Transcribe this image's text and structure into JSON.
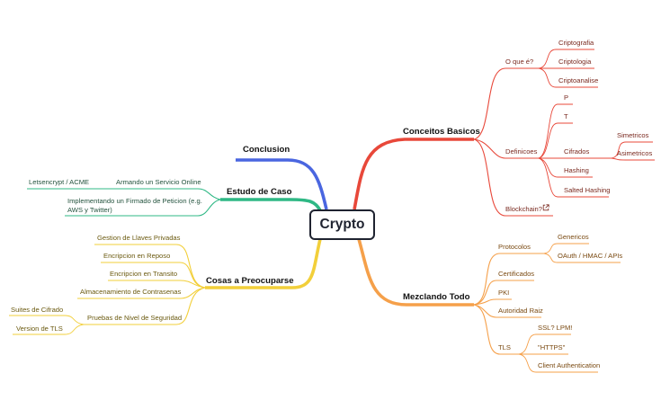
{
  "root": {
    "label": "Crypto"
  },
  "colors": {
    "red": "#e8483a",
    "orange": "#f5a04a",
    "yellow": "#f2cf3a",
    "green": "#2fb885",
    "blue": "#4a66e0",
    "root_border": "#1f2330"
  },
  "branches": {
    "conceitos": {
      "label": "Conceitos Basicos",
      "o_que_e": {
        "label": "O que é?",
        "items": [
          "Criptografia",
          "Criptologia",
          "Criptoanalise"
        ]
      },
      "definicoes": {
        "label": "Definicoes",
        "p": "P",
        "t": "T",
        "cifrados": {
          "label": "Cifrados",
          "items": [
            "Simetricos",
            "Asimetricos"
          ]
        },
        "hashing": "Hashing",
        "salted": "Salted Hashing"
      },
      "blockchain": {
        "label": "Blockchain?",
        "icon": "external-link-icon"
      }
    },
    "mezclando": {
      "label": "Mezclando Todo",
      "protocolos": {
        "label": "Protocolos",
        "items": [
          "Genericos",
          "OAuth / HMAC / APIs"
        ]
      },
      "certificados": "Certificados",
      "pki": "PKI",
      "autoridad": "Autoridad Raiz",
      "tls": {
        "label": "TLS",
        "items": [
          "SSL? LPM!",
          "\"HTTPS\"",
          "Client Authentication"
        ]
      }
    },
    "cosas": {
      "label": "Cosas a Preocuparse",
      "items": [
        "Gestion de Llaves Privadas",
        "Encripcion en Reposo",
        "Encripcion en Transito",
        "Almacenamiento de Contrasenas"
      ],
      "pruebas": {
        "label": "Pruebas de Nivel de Seguridad",
        "items": [
          "Suites de Cifrado",
          "Version de TLS"
        ]
      }
    },
    "estudo": {
      "label": "Estudo de Caso",
      "armando": {
        "label": "Armando un Servicio Online",
        "items": [
          "Letsencrypt / ACME"
        ]
      },
      "firmado": "Implementando un Firmado de Peticion (e.g. AWS y Twitter)"
    },
    "conclusion": {
      "label": "Conclusion"
    }
  }
}
